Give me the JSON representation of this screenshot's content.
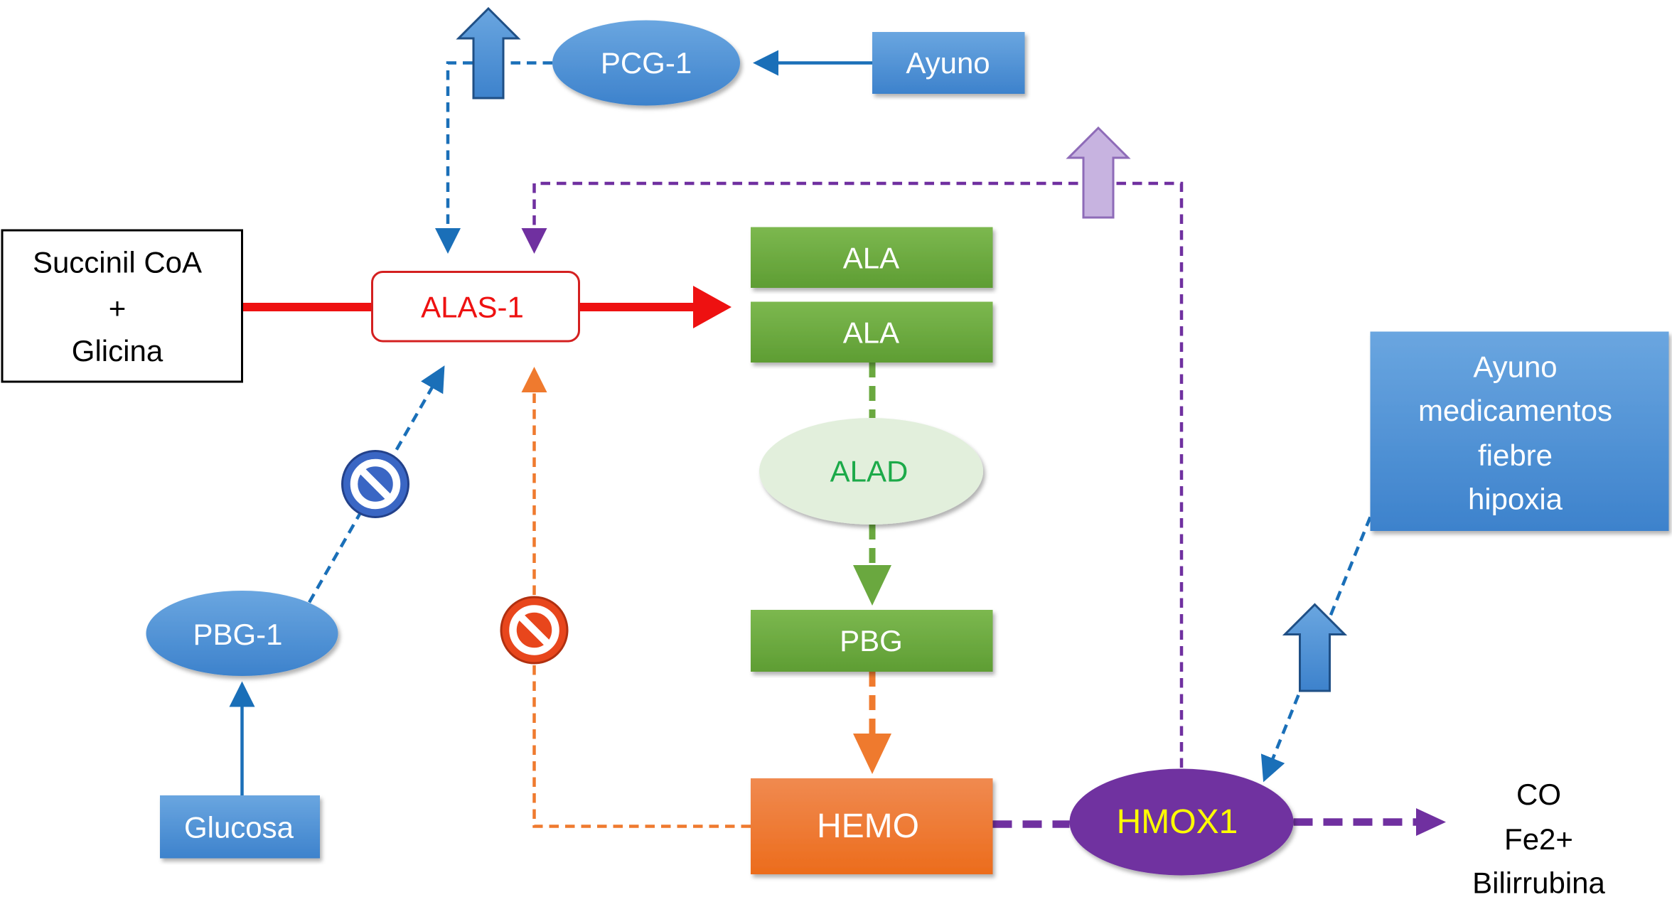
{
  "nodes": {
    "substrate": {
      "lines": [
        "Succinil CoA",
        "+",
        "Glicina"
      ]
    },
    "alas1": "ALAS-1",
    "ala1": "ALA",
    "ala2": "ALA",
    "alad": "ALAD",
    "pbg": "PBG",
    "hemo": "HEMO",
    "hmox1": "HMOX1",
    "products": {
      "lines": [
        "CO",
        "Fe2+",
        "Bilirrubina"
      ]
    },
    "stimuli": {
      "lines": [
        "Ayuno",
        "medicamentos",
        "fiebre",
        "hipoxia"
      ]
    },
    "pcg1": "PCG-1",
    "ayuno": "Ayuno",
    "pbg1": "PBG-1",
    "glucosa": "Glucosa"
  },
  "colors": {
    "red": "#ee1111",
    "blue": "#4a8fd6",
    "blue_line": "#1a6fb8",
    "green": "#6aa83f",
    "alad_fill": "#e2efdc",
    "alad_text": "#1aaa4a",
    "orange": "#ef7a2e",
    "purple": "#7030a0",
    "hmox_text": "#ffff00",
    "light_purple": "#c7b3e0"
  },
  "icons": [
    "up-arrow-icon",
    "prohibited-icon"
  ]
}
